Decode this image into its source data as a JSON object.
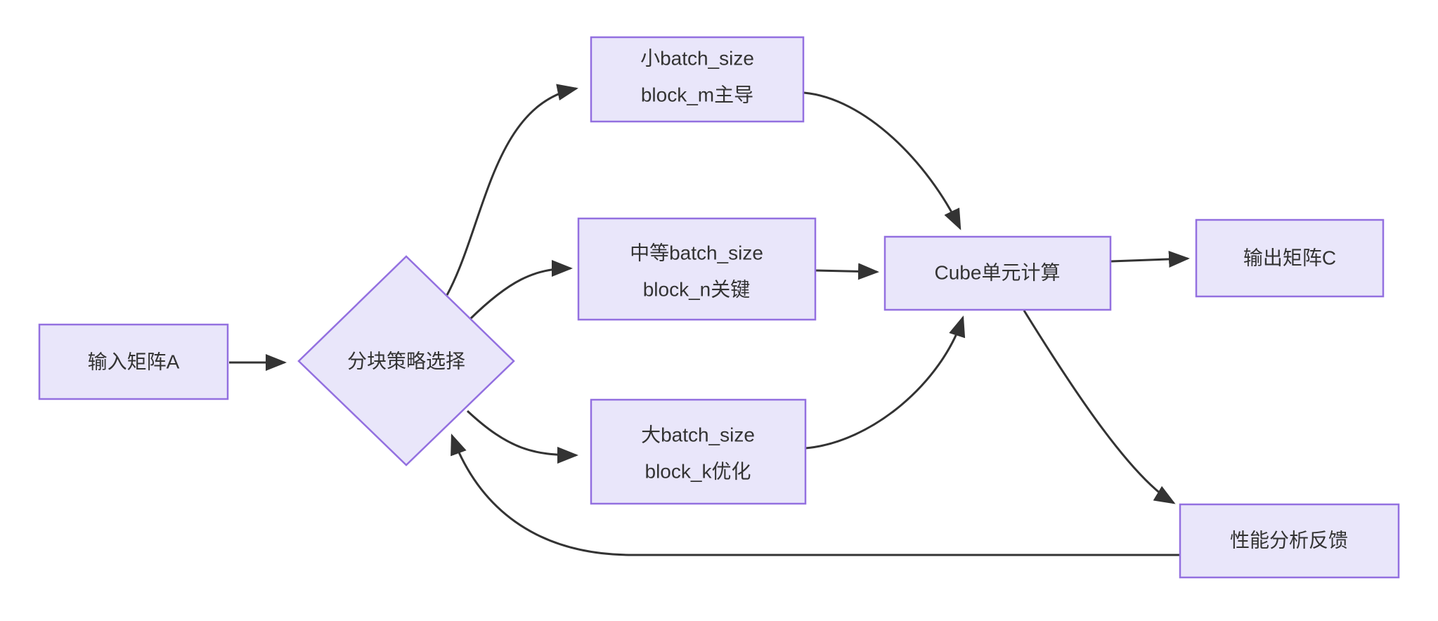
{
  "diagram": {
    "type": "flowchart",
    "title": "",
    "background_color": "#ffffff",
    "node_fill_color": "#e9e6fa",
    "node_border_color": "#9370e0",
    "edge_color": "#333333",
    "text_color": "#333333"
  },
  "nodes": {
    "input_matrix": {
      "label": "输入矩阵A",
      "shape": "rectangle"
    },
    "strategy_decision": {
      "label": "分块策略选择",
      "shape": "diamond"
    },
    "small_batch": {
      "label_line1": "小batch_size",
      "label_line2": "block_m主导",
      "shape": "rectangle"
    },
    "medium_batch": {
      "label_line1": "中等batch_size",
      "label_line2": "block_n关键",
      "shape": "rectangle"
    },
    "large_batch": {
      "label_line1": "大batch_size",
      "label_line2": "block_k优化",
      "shape": "rectangle"
    },
    "cube_unit": {
      "label": "Cube单元计算",
      "shape": "rectangle"
    },
    "output_matrix": {
      "label": "输出矩阵C",
      "shape": "rectangle"
    },
    "perf_feedback": {
      "label": "性能分析反馈",
      "shape": "rectangle"
    }
  },
  "edges": [
    {
      "from": "input_matrix",
      "to": "strategy_decision",
      "label": ""
    },
    {
      "from": "strategy_decision",
      "to": "small_batch",
      "label": ""
    },
    {
      "from": "strategy_decision",
      "to": "medium_batch",
      "label": ""
    },
    {
      "from": "strategy_decision",
      "to": "large_batch",
      "label": ""
    },
    {
      "from": "small_batch",
      "to": "cube_unit",
      "label": ""
    },
    {
      "from": "medium_batch",
      "to": "cube_unit",
      "label": ""
    },
    {
      "from": "large_batch",
      "to": "cube_unit",
      "label": ""
    },
    {
      "from": "cube_unit",
      "to": "output_matrix",
      "label": ""
    },
    {
      "from": "cube_unit",
      "to": "perf_feedback",
      "label": ""
    },
    {
      "from": "perf_feedback",
      "to": "strategy_decision",
      "label": ""
    }
  ]
}
